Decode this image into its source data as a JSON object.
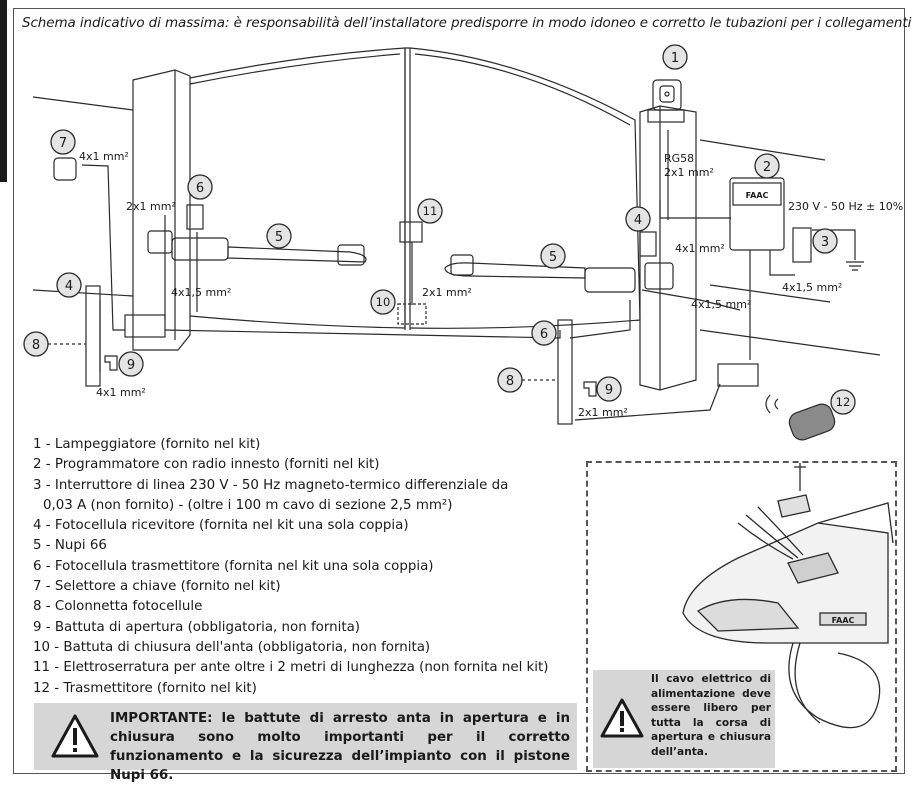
{
  "header": {
    "note": "Schema indicativo di massima: è responsabilità dell’installatore predisporre in modo idoneo e corretto le tubazioni per i collegamenti."
  },
  "callouts": [
    "1",
    "2",
    "3",
    "4",
    "5",
    "6",
    "7",
    "8",
    "9",
    "10",
    "11",
    "12"
  ],
  "cable_labels": {
    "c_7": "4x1 mm²",
    "c_6_left": "2x1 mm²",
    "c_5_left": "4x1,5 mm²",
    "c_4_left": "4x1 mm²",
    "c_10": "2x1 mm²",
    "c_rg58": "RG58",
    "c_rg58_2": "2x1 mm²",
    "c_power": "230 V - 50 Hz ± 10%",
    "c_4_right": "4x1 mm²",
    "c_3": "4x1,5 mm²",
    "c_5_right": "4x1,5 mm²",
    "c_6_right": "2x1 mm²"
  },
  "legend": {
    "items": [
      "1 - Lampeggiatore (fornito nel kit)",
      "2 - Programmatore con radio innesto (forniti nel kit)",
      "3 - Interruttore di linea 230 V - 50 Hz magneto-termico differenziale da",
      "0,03 A (non fornito)  -  (oltre i 100 m cavo di sezione 2,5 mm²)",
      "4 - Fotocellula ricevitore (fornita nel kit una sola coppia)",
      "5 - Nupi 66",
      "6 - Fotocellula trasmettitore (fornita nel kit una sola coppia)",
      "7 - Selettore a chiave (fornito nel kit)",
      "8 - Colonnetta fotocellule",
      "9 - Battuta di apertura (obbligatoria, non fornita)",
      "10 - Battuta di chiusura dell'anta (obbligatoria, non fornita)",
      "11 - Elettroserratura per ante oltre i 2 metri di lunghezza (non fornita nel kit)",
      "12 - Trasmettitore (fornito nel kit)"
    ]
  },
  "warnings": {
    "main": "IMPORTANTE: le battute di arresto anta in apertura e in chiusura sono molto importanti per il corretto funzionamento e la sicurezza dell’impianto con il pistone Nupi 66.",
    "cable": "Il cavo elettrico di alimentazione deve essere libero per tutta la corsa di apertura e chiusura dell’anta."
  },
  "devices": {
    "box_brand": "FAAC",
    "plate_brand": "FAAC"
  },
  "colors": {
    "warning_bg": "#d6d6d6",
    "line": "#2b2b2b",
    "callout_fill": "#e4e4e4"
  }
}
